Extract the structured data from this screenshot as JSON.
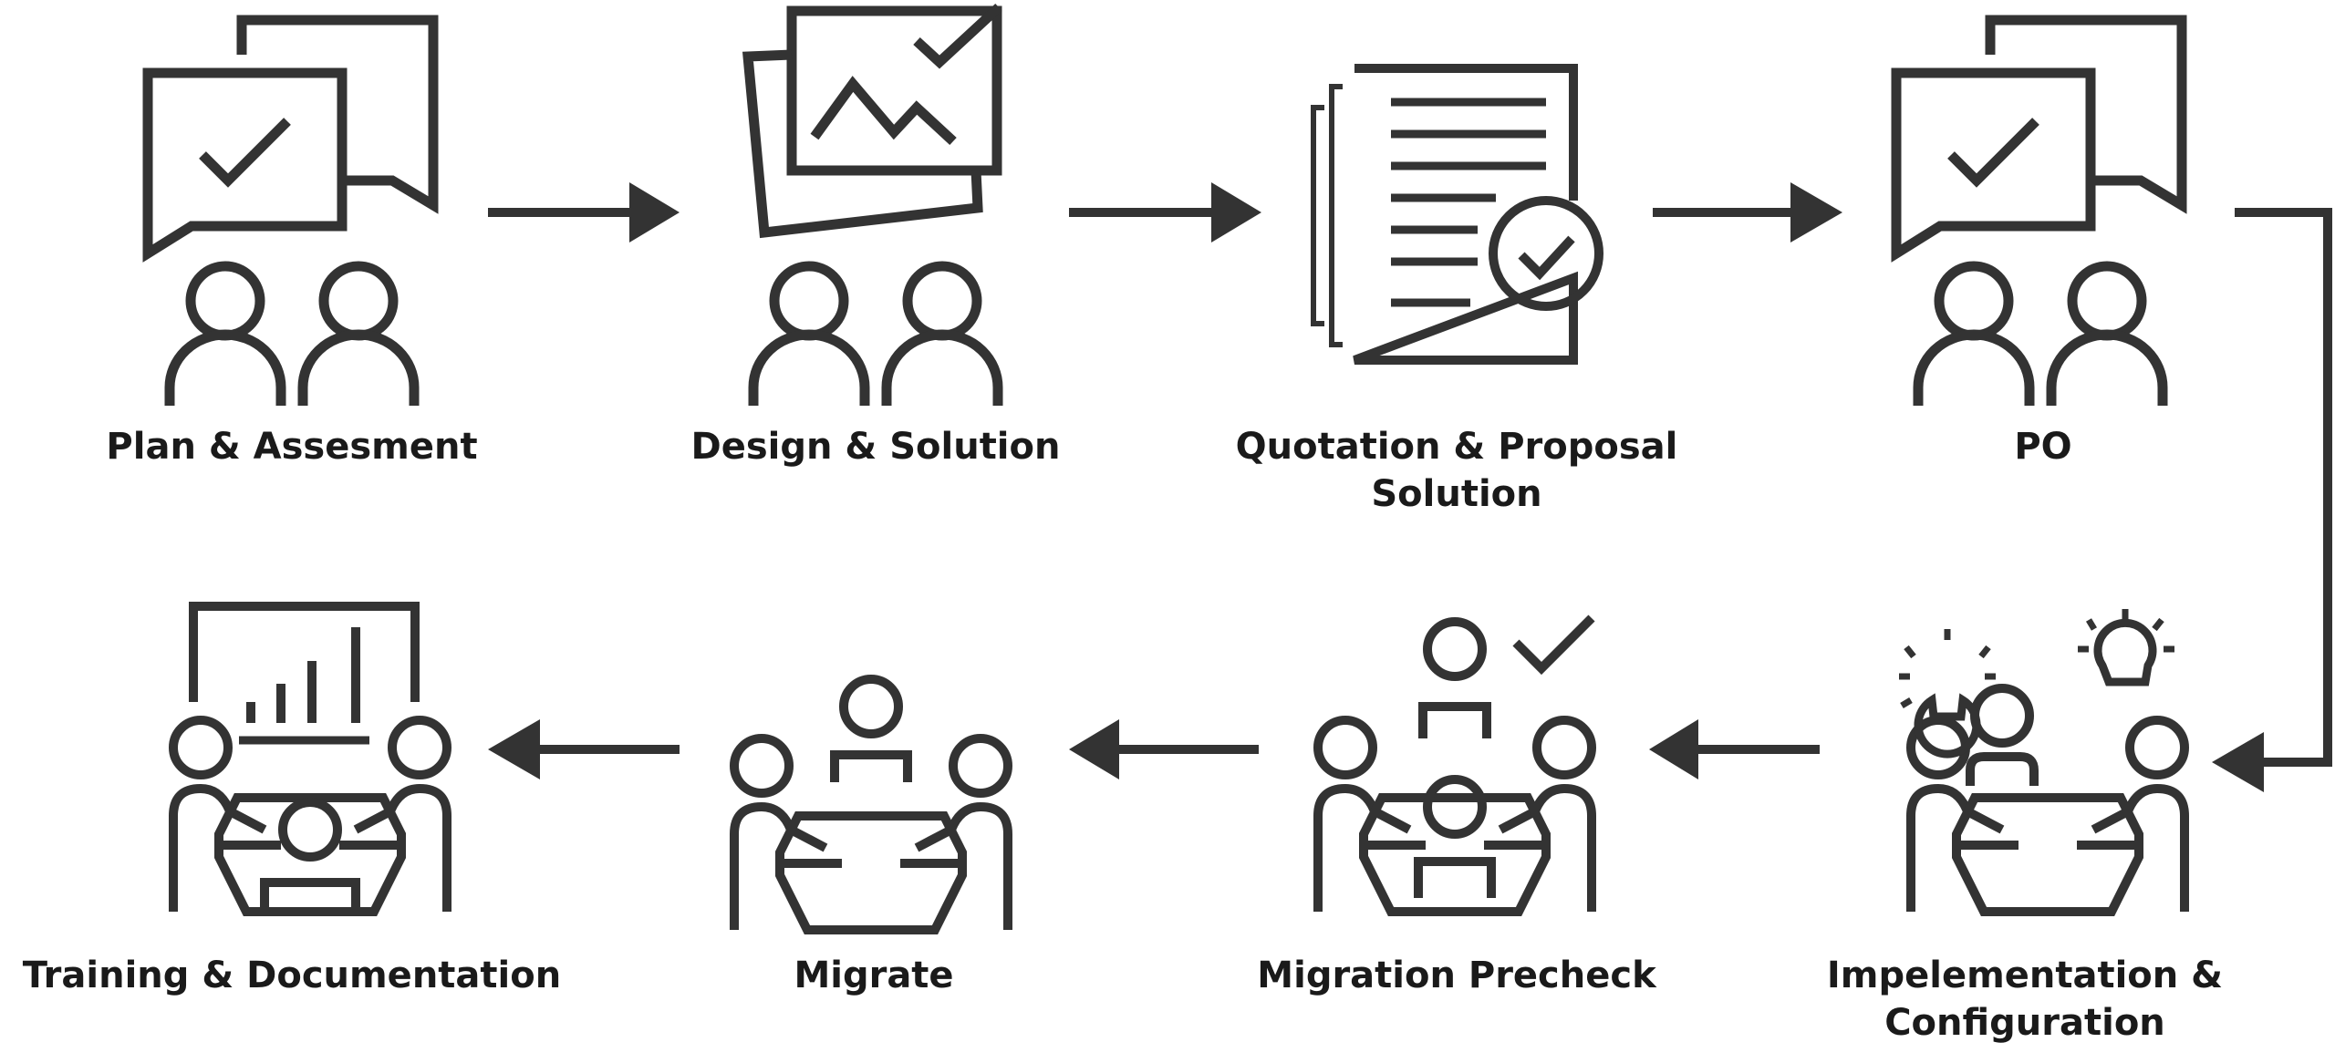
{
  "colors": {
    "ink": "#333333",
    "text": "#1a1a1a",
    "background": "#ffffff"
  },
  "steps": [
    {
      "label": "Plan & Assesment",
      "icon": "chat-check-people-icon"
    },
    {
      "label": "Design & Solution",
      "icon": "design-image-people-icon"
    },
    {
      "label": "Quotation & Proposal\nSolution",
      "icon": "document-check-icon"
    },
    {
      "label": "PO",
      "icon": "chat-check-people-icon"
    },
    {
      "label": "Impelementation &\nConfiguration",
      "icon": "meeting-ideas-icon"
    },
    {
      "label": "Migration Precheck",
      "icon": "meeting-check-icon"
    },
    {
      "label": "Migrate",
      "icon": "meeting-icon"
    },
    {
      "label": "Training & Documentation",
      "icon": "presentation-meeting-icon"
    }
  ]
}
